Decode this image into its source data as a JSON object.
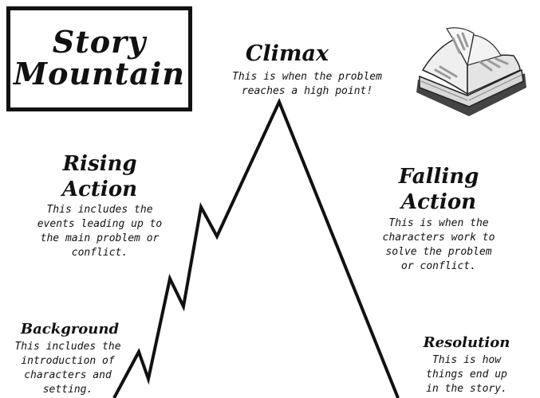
{
  "title": {
    "line1": "Story",
    "line2": "Mountain"
  },
  "stages": {
    "climax": {
      "title": "Climax",
      "desc": [
        "This is when the problem",
        "reaches a high point!"
      ]
    },
    "rising": {
      "title": [
        "Rising",
        "Action"
      ],
      "desc": [
        "This includes the",
        "events leading up to",
        "the main problem or",
        "conflict."
      ]
    },
    "falling": {
      "title": [
        "Falling",
        "Action"
      ],
      "desc": [
        "This is when the",
        "characters work to",
        "solve the problem",
        "or conflict."
      ]
    },
    "background": {
      "title": "Background",
      "desc": [
        "This includes the",
        "introduction of",
        "characters and",
        "setting."
      ]
    },
    "resolution": {
      "title": "Resolution",
      "desc": [
        "This is how",
        "things end up",
        "in the story."
      ]
    }
  },
  "icons": {
    "book": "open-book-icon"
  }
}
